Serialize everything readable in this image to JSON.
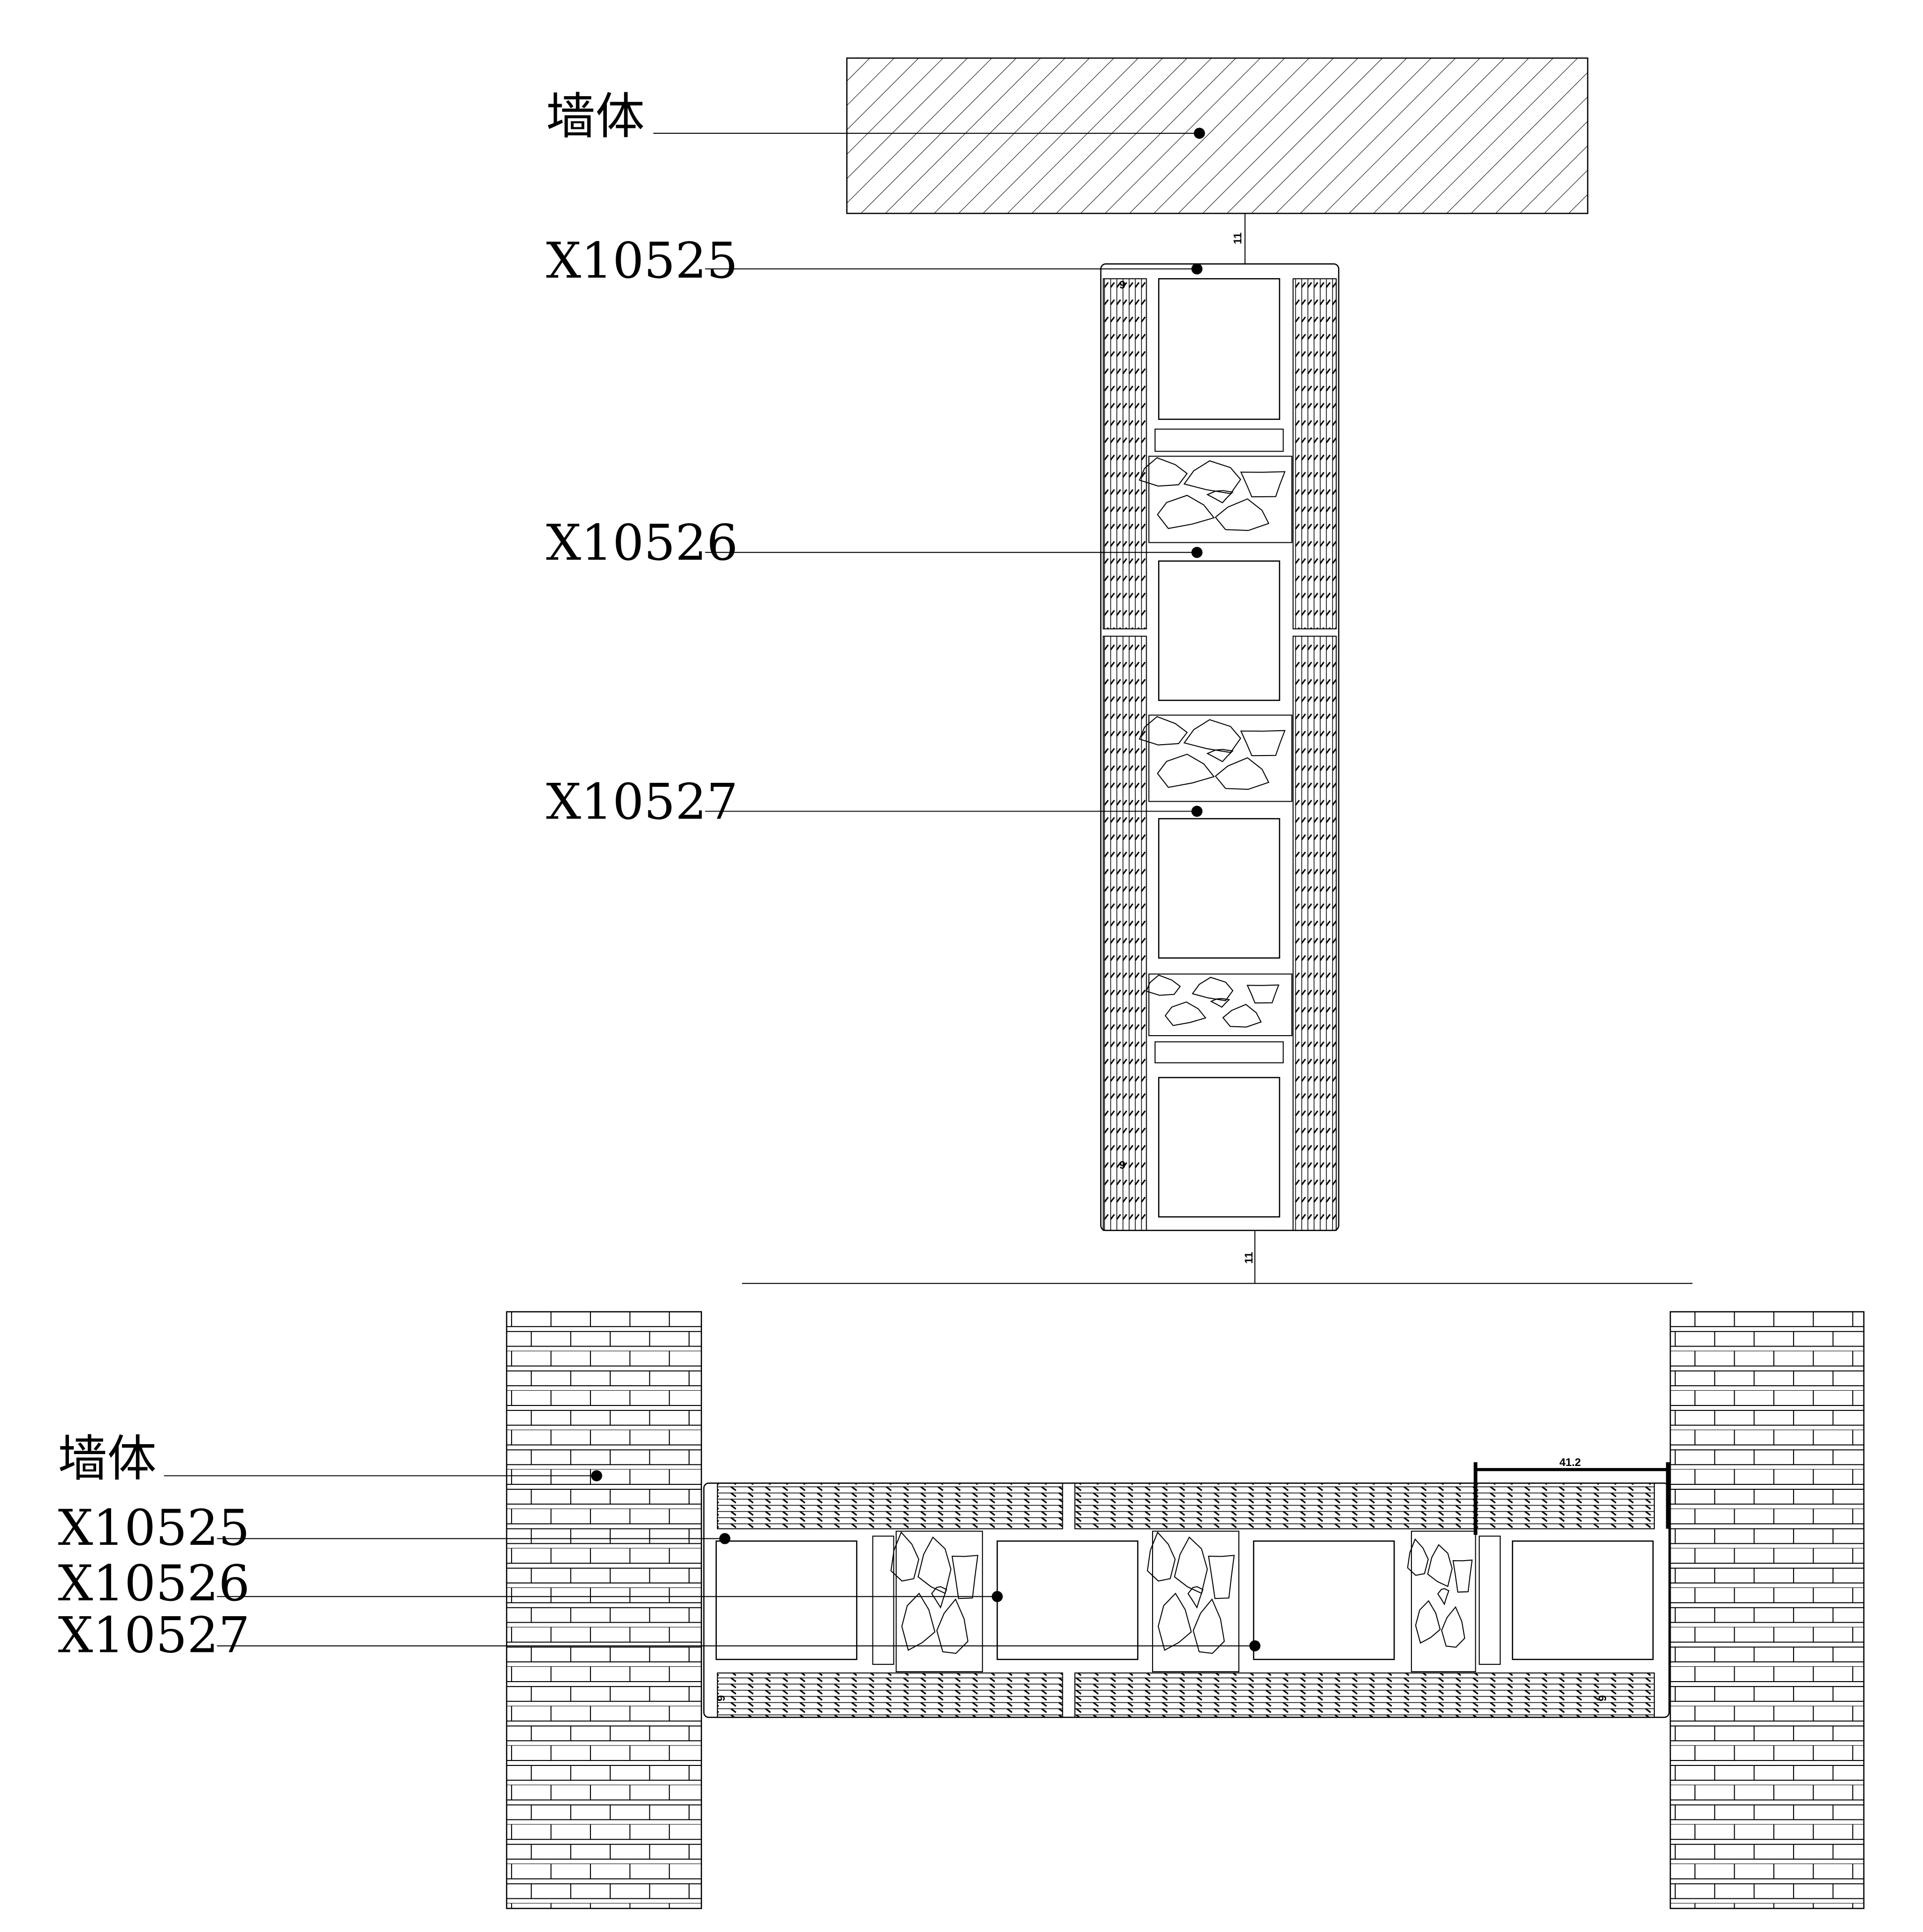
{
  "top_section": {
    "wall_label": "墙体",
    "labels": [
      "X10525",
      "X10526",
      "X10527"
    ],
    "dimensions": {
      "gap_top": "11",
      "gap_bottom": "11",
      "insulation_top": "9",
      "insulation_bottom": "9"
    }
  },
  "bottom_section": {
    "wall_label": "墙体",
    "labels": [
      "X10525",
      "X10526",
      "X10527"
    ],
    "dimensions": {
      "width": "41.2",
      "insulation_left": "9",
      "insulation_right": "9"
    }
  }
}
